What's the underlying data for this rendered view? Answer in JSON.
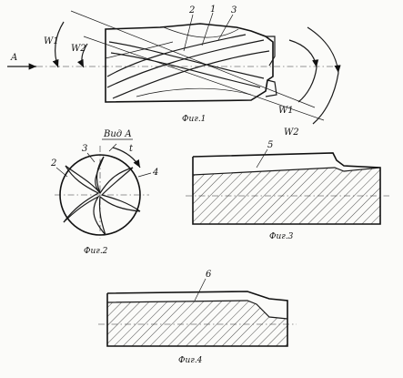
{
  "fig1": {
    "caption": "Фиг.1",
    "arrow_label": "A",
    "w1_left": "W1",
    "w2_left": "W2",
    "w1_right": "W1",
    "w2_right": "W2",
    "n2": "2",
    "n1": "1",
    "n3": "3"
  },
  "fig2": {
    "caption": "Фиг.2",
    "view_label": "Вид А",
    "n3": "3",
    "n2": "2",
    "n4": "4",
    "t": "t"
  },
  "fig3": {
    "caption": "Фиг.3",
    "n5": "5"
  },
  "fig4": {
    "caption": "Фиг.4",
    "n6": "6"
  }
}
